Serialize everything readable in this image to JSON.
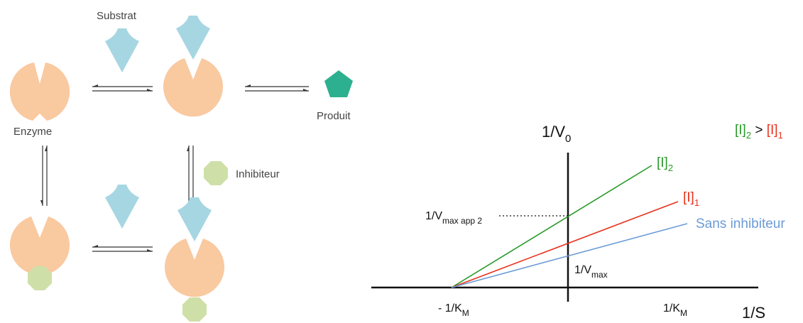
{
  "scheme": {
    "substrate_label": "Substrat",
    "enzyme_label": "Enzyme",
    "product_label": "Produit",
    "inhibitor_label": "Inhibiteur",
    "colors": {
      "enzyme": "#f9c9a0",
      "substrate": "#a6d6e2",
      "product": "#2db08f",
      "inhibitor": "#cfdfa8"
    }
  },
  "graph": {
    "y_axis_label": "1/V",
    "y_axis_sub": "0",
    "x_axis_label": "1/S",
    "neg_km_prefix": "- 1/K",
    "km_prefix": "1/K",
    "km_sub": "M",
    "vmax_prefix": "1/V",
    "vmax_sub": "max",
    "vmax_app_prefix": "1/V",
    "vmax_app_sub": "max app 2",
    "legend": {
      "i2": "[I]",
      "i2_sub": "2",
      "gt": " > ",
      "i1": "[I]",
      "i1_sub": "1"
    },
    "series": [
      {
        "name": "[I]",
        "sub": "2",
        "color": "#2a9a2a"
      },
      {
        "name": "[I]",
        "sub": "1",
        "color": "#e8321e"
      },
      {
        "name": "Sans inhibiteur",
        "sub": "",
        "color": "#6b9bd6"
      }
    ]
  }
}
